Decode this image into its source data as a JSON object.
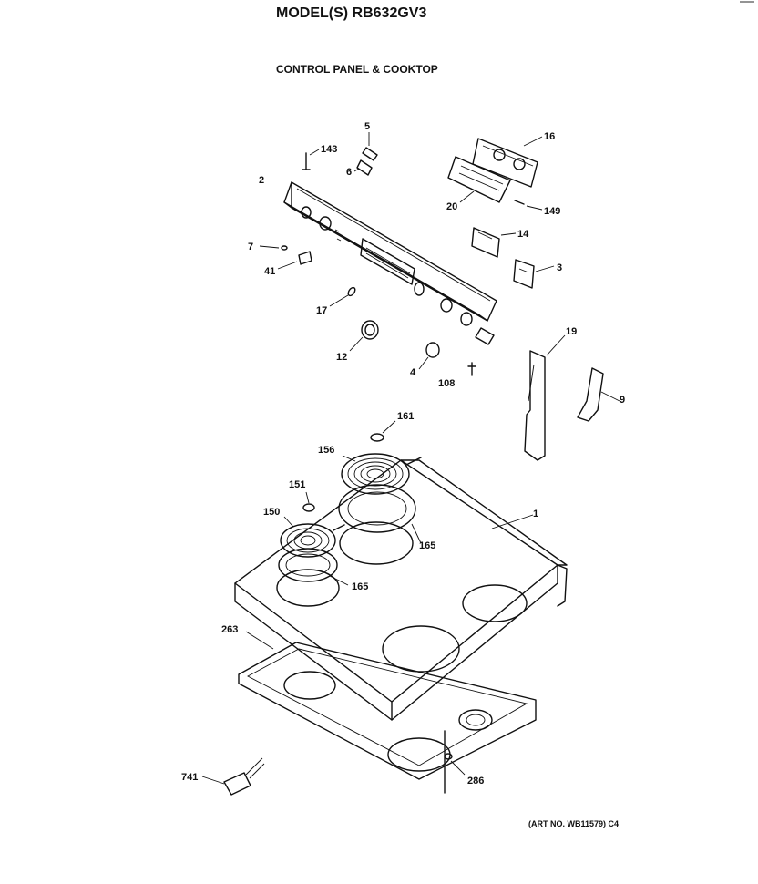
{
  "header": {
    "model_title": "MODEL(S) RB632GV3",
    "section_title": "CONTROL PANEL & COOKTOP",
    "art_number": "(ART NO. WB11579) C4"
  },
  "callouts": {
    "c143": "143",
    "c5": "5",
    "c6": "6",
    "c16": "16",
    "c2": "2",
    "c20": "20",
    "c149": "149",
    "c7": "7",
    "c14": "14",
    "c41": "41",
    "c3": "3",
    "c17": "17",
    "c19": "19",
    "c12": "12",
    "c4": "4",
    "c108": "108",
    "c9": "9",
    "c161": "161",
    "c156": "156",
    "c151": "151",
    "c1": "1",
    "c150": "150",
    "c165a": "165",
    "c165b": "165",
    "c263": "263",
    "c741": "741",
    "c286": "286"
  }
}
